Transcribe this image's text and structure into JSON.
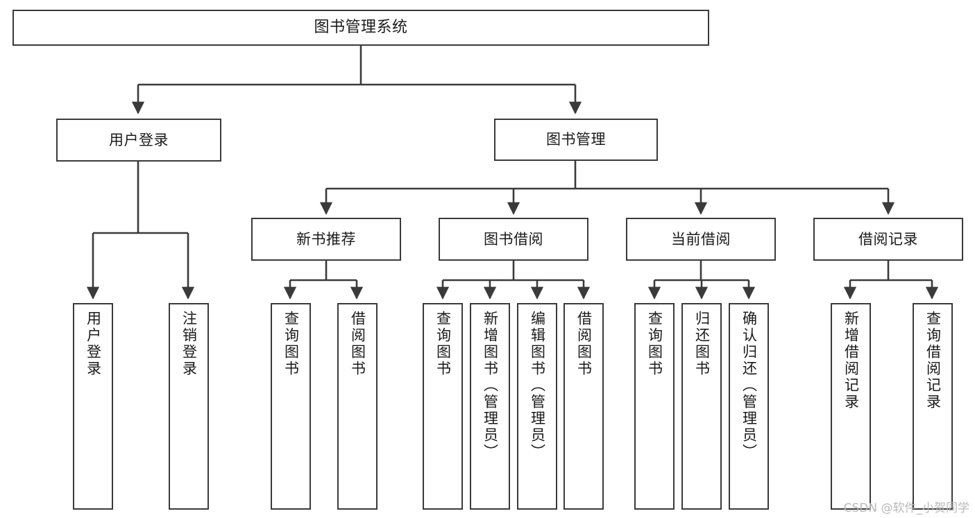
{
  "diagram": {
    "title": "图书管理系统",
    "type": "functional-structure-tree",
    "stroke_color": "#3a3a3a",
    "fill_color": "#ffffff",
    "text_color": "#1a1a1a"
  },
  "nodes": {
    "root": {
      "label": "图书管理系统"
    },
    "level2": [
      {
        "label": "用户登录"
      },
      {
        "label": "图书管理"
      }
    ],
    "level3": [
      {
        "label": "新书推荐"
      },
      {
        "label": "图书借阅"
      },
      {
        "label": "当前借阅"
      },
      {
        "label": "借阅记录"
      }
    ],
    "leaves": {
      "user_login": [
        {
          "label": "用户登录"
        },
        {
          "label": "注销登录"
        }
      ],
      "new_book_recommend": [
        {
          "label": "查询图书"
        },
        {
          "label": "借阅图书"
        }
      ],
      "book_borrow": [
        {
          "label": "查询图书"
        },
        {
          "label": "新增图书（管理员）"
        },
        {
          "label": "编辑图书（管理员）"
        },
        {
          "label": "借阅图书"
        }
      ],
      "current_borrow": [
        {
          "label": "查询图书"
        },
        {
          "label": "归还图书"
        },
        {
          "label": "确认归还（管理员）"
        }
      ],
      "borrow_records": [
        {
          "label": "新增借阅记录"
        },
        {
          "label": "查询借阅记录"
        }
      ]
    }
  },
  "watermark": {
    "text": "CSDN @软件_小贺同学"
  }
}
